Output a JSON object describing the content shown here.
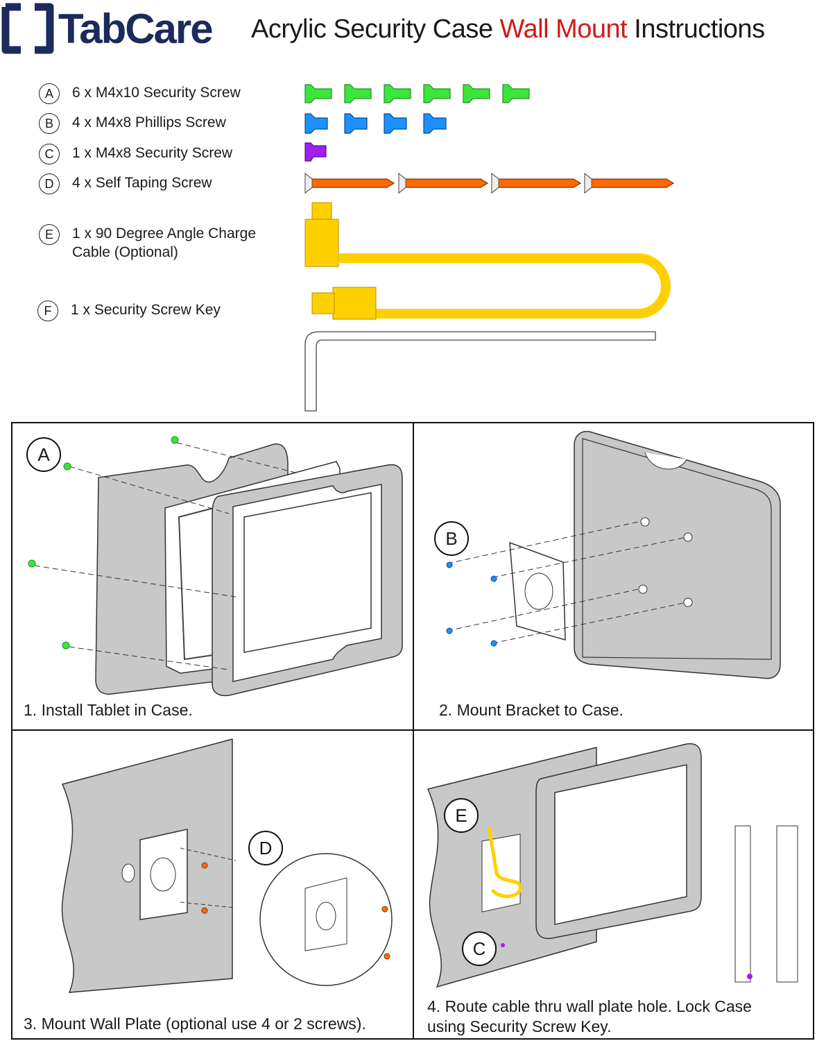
{
  "header": {
    "brand": "TabCare",
    "title_part1": "Acrylic Security Case ",
    "title_accent": "Wall Mount",
    "title_part2": " Instructions"
  },
  "colors": {
    "brand": "#1d2a5c",
    "accent": "#d11a1a",
    "screw_a": "#39e639",
    "screw_b": "#1e90ff",
    "screw_c": "#a020f0",
    "screw_d": "#ff6a00",
    "cable": "#ffd000"
  },
  "parts": [
    {
      "letter": "A",
      "text": "6 x M4x10 Security Screw"
    },
    {
      "letter": "B",
      "text": "4 x M4x8 Phillips Screw"
    },
    {
      "letter": "C",
      "text": "1 x M4x8 Security Screw"
    },
    {
      "letter": "D",
      "text": "4 x Self Taping Screw"
    },
    {
      "letter": "E",
      "text": "1 x 90 Degree Angle Charge\nCable (Optional)"
    },
    {
      "letter": "F",
      "text": "1 x Security Screw Key"
    }
  ],
  "steps": [
    {
      "badge": "A",
      "caption": "1. Install Tablet in Case."
    },
    {
      "badge": "B",
      "caption": "2. Mount Bracket to Case."
    },
    {
      "badge": "D",
      "caption": "3. Mount Wall Plate (optional use 4 or 2 screws)."
    },
    {
      "badge_e": "E",
      "badge_c": "C",
      "caption": "4. Route cable thru wall plate hole. Lock Case\nusing Security Screw Key."
    }
  ]
}
